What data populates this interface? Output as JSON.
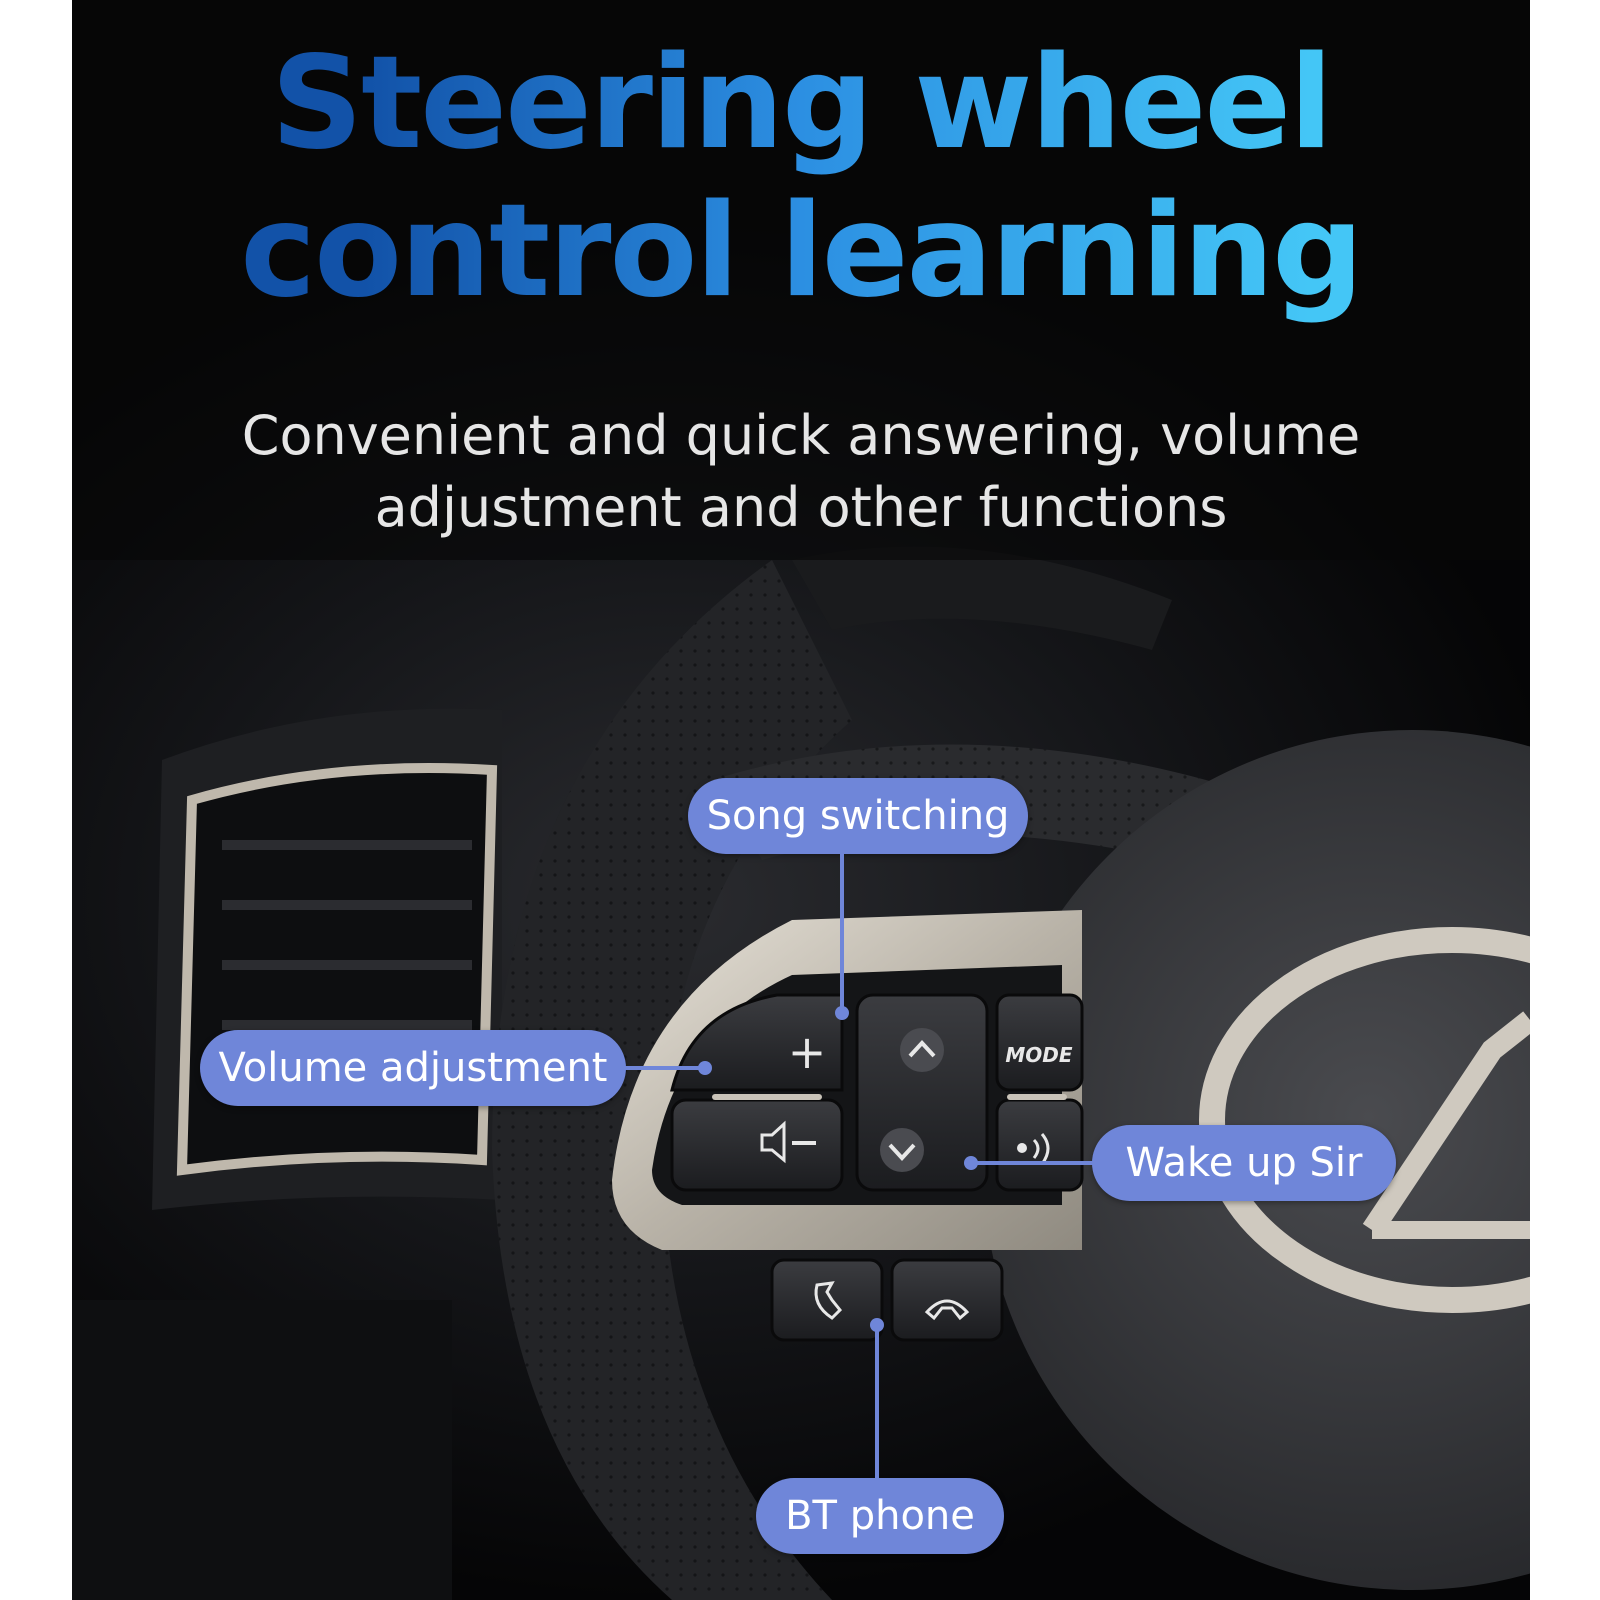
{
  "headline": {
    "line1": "Steering wheel",
    "line2": "control learning"
  },
  "subtitle": {
    "line1": "Convenient and quick answering, volume",
    "line2": "adjustment and other functions"
  },
  "callouts": {
    "song": "Song switching",
    "volume": "Volume adjustment",
    "wake": "Wake up Sir",
    "phone": "BT phone"
  },
  "buttons": {
    "mode": "MODE",
    "plus": "+"
  },
  "colors": {
    "callout": "#6f86d9",
    "title_start": "#1252a8",
    "title_end": "#44c6f6"
  },
  "icons": [
    "volume-up-icon",
    "volume-down-icon",
    "up-arrow-icon",
    "down-arrow-icon",
    "voice-command-icon",
    "phone-answer-icon",
    "phone-hangup-icon",
    "lexus-logo"
  ]
}
